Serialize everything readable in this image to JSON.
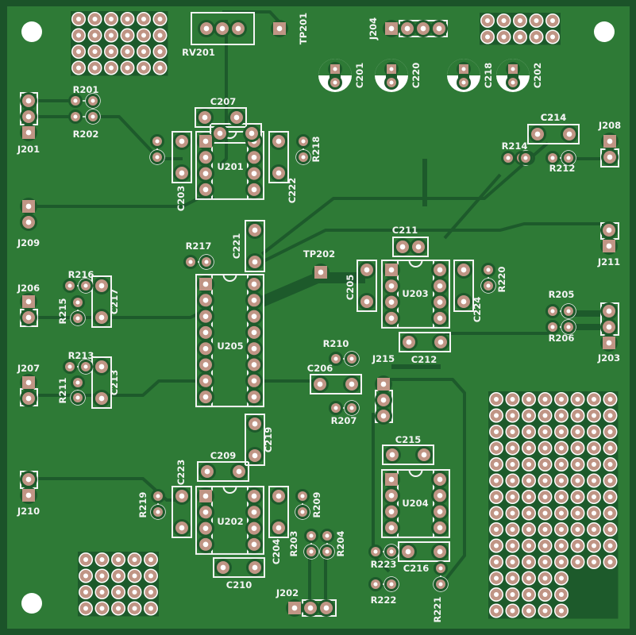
{
  "board": {
    "colors": {
      "edge": "#1b5329",
      "copper_fill": "#2e7a36",
      "trace": "#1d5a2b",
      "pad": "#c09585",
      "silkscreen": "#f4f4f4",
      "hole": "#ffffff"
    },
    "labels": {
      "RV201": "RV201",
      "TP201": "TP201",
      "TP202": "TP202",
      "J201": "J201",
      "J202": "J202",
      "J203": "J203",
      "J204": "J204",
      "J206": "J206",
      "J207": "J207",
      "J208": "J208",
      "J209": "J209",
      "J210": "J210",
      "J211": "J211",
      "J215": "J215",
      "R201": "R201",
      "R202": "R202",
      "R203": "R203",
      "R204": "R204",
      "R205": "R205",
      "R206a": "R206",
      "R206b": "R206",
      "R207": "R207",
      "R209": "R209",
      "R210": "R210",
      "R211": "R211",
      "R212": "R212",
      "R213": "R213",
      "R214": "R214",
      "R215": "R215",
      "R216": "R216",
      "R217": "R217",
      "R218": "R218",
      "R219": "R219",
      "R220": "R220",
      "R221": "R221",
      "R222": "R222",
      "R223": "R223",
      "C201": "C201",
      "C202": "C202",
      "C203": "C203",
      "C204": "C204",
      "C205": "C205",
      "C206": "C206",
      "C207": "C207",
      "C209": "C209",
      "C210": "C210",
      "C211": "C211",
      "C212": "C212",
      "C213": "C213",
      "C214": "C214",
      "C215": "C215",
      "C216": "C216",
      "C217": "C217",
      "C218": "C218",
      "C219": "C219",
      "C220": "C220",
      "C221": "C221",
      "C222": "C222",
      "C223": "C223",
      "C224": "C224",
      "U201": "U201",
      "U202": "U202",
      "U203": "U203",
      "U204": "U204",
      "U205": "U205"
    }
  }
}
